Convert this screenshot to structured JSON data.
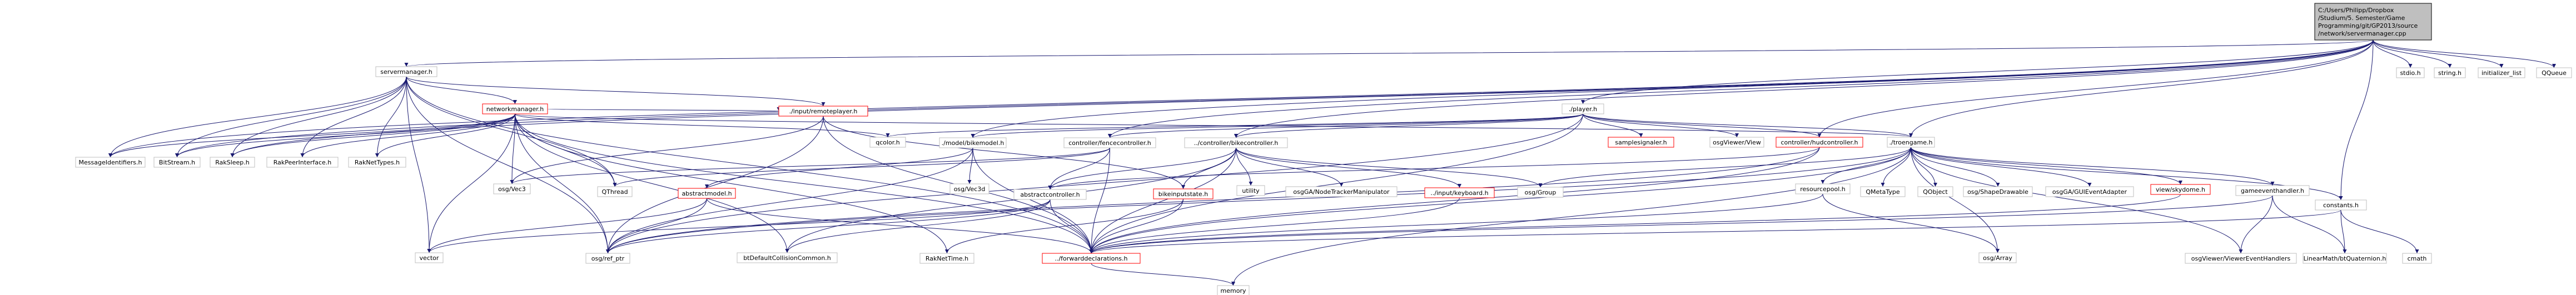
{
  "graph": {
    "colors": {
      "edge": "#191970",
      "missing_border": "#ff0000",
      "normal_border": "#bfbfbf",
      "root_fill": "#bfbfbf"
    },
    "nodes": [
      {
        "id": "root",
        "lines": [
          "C:/Users/Philipp/Dropbox",
          "/Studium/5. Semester/Game",
          "Programming/git/GP2013/source",
          "/network/servermanager.cpp"
        ],
        "root": true
      },
      {
        "id": "servermanager",
        "lines": [
          "servermanager.h"
        ]
      },
      {
        "id": "networkmanager",
        "lines": [
          "networkmanager.h"
        ],
        "red": true
      },
      {
        "id": "remoteplayer",
        "lines": [
          "./input/remoteplayer.h"
        ],
        "red": true
      },
      {
        "id": "player",
        "lines": [
          "./player.h"
        ]
      },
      {
        "id": "qcolor",
        "lines": [
          "qcolor.h"
        ]
      },
      {
        "id": "bikemodel",
        "lines": [
          "./model/bikemodel.h"
        ]
      },
      {
        "id": "fencecontroller",
        "lines": [
          "controller/fencecontroller.h"
        ]
      },
      {
        "id": "bikecontroller",
        "lines": [
          "../controller/bikecontroller.h"
        ]
      },
      {
        "id": "samplesignaler",
        "lines": [
          "samplesignaler.h"
        ],
        "red": true
      },
      {
        "id": "osgviewerview",
        "lines": [
          "osgViewer/View"
        ]
      },
      {
        "id": "hudcontroller",
        "lines": [
          "controller/hudcontroller.h"
        ],
        "red": true
      },
      {
        "id": "troengame",
        "lines": [
          "./troengame.h"
        ]
      },
      {
        "id": "stdio",
        "lines": [
          "stdio.h"
        ]
      },
      {
        "id": "string",
        "lines": [
          "string.h"
        ]
      },
      {
        "id": "initlist",
        "lines": [
          "initializer_list"
        ]
      },
      {
        "id": "qqueue",
        "lines": [
          "QQueue"
        ]
      },
      {
        "id": "messageidentifiers",
        "lines": [
          "MessageIdentifiers.h"
        ]
      },
      {
        "id": "bitstream",
        "lines": [
          "BitStream.h"
        ]
      },
      {
        "id": "raksleep",
        "lines": [
          "RakSleep.h"
        ]
      },
      {
        "id": "rakpeerinterface",
        "lines": [
          "RakPeerInterface.h"
        ]
      },
      {
        "id": "raknettypes",
        "lines": [
          "RakNetTypes.h"
        ]
      },
      {
        "id": "osgvec3",
        "lines": [
          "osg/Vec3"
        ]
      },
      {
        "id": "qthread",
        "lines": [
          "QThread"
        ]
      },
      {
        "id": "abstractmodel",
        "lines": [
          "abstractmodel.h"
        ],
        "red": true
      },
      {
        "id": "osgvec3d",
        "lines": [
          "osg/Vec3d"
        ]
      },
      {
        "id": "abstractcontroller",
        "lines": [
          "abstractcontroller.h"
        ]
      },
      {
        "id": "bikeinputstate",
        "lines": [
          "bikeinputstate.h"
        ],
        "red": true
      },
      {
        "id": "utility",
        "lines": [
          "utility"
        ]
      },
      {
        "id": "nodetracker",
        "lines": [
          "osgGA/NodeTrackerManipulator"
        ]
      },
      {
        "id": "keyboard",
        "lines": [
          "../input/keyboard.h"
        ],
        "red": true
      },
      {
        "id": "osggroup",
        "lines": [
          "osg/Group"
        ]
      },
      {
        "id": "resourcepool",
        "lines": [
          "resourcepool.h"
        ]
      },
      {
        "id": "qmetatype",
        "lines": [
          "QMetaType"
        ]
      },
      {
        "id": "qobject",
        "lines": [
          "QObject"
        ]
      },
      {
        "id": "shapedrawable",
        "lines": [
          "osg/ShapeDrawable"
        ]
      },
      {
        "id": "guieventadapter",
        "lines": [
          "osgGA/GUIEventAdapter"
        ]
      },
      {
        "id": "skydome",
        "lines": [
          "view/skydome.h"
        ],
        "red": true
      },
      {
        "id": "gameeventhandler",
        "lines": [
          "gameeventhandler.h"
        ]
      },
      {
        "id": "constants",
        "lines": [
          "constants.h"
        ]
      },
      {
        "id": "vector",
        "lines": [
          "vector"
        ]
      },
      {
        "id": "osgrefptr",
        "lines": [
          "osg/ref_ptr"
        ]
      },
      {
        "id": "btdefault",
        "lines": [
          "btDefaultCollisionCommon.h"
        ]
      },
      {
        "id": "raknettime",
        "lines": [
          "RakNetTime.h"
        ]
      },
      {
        "id": "forward",
        "lines": [
          "../forwarddeclarations.h"
        ],
        "red": true
      },
      {
        "id": "osgarray",
        "lines": [
          "osg/Array"
        ]
      },
      {
        "id": "eventhandlers",
        "lines": [
          "osgViewer/ViewerEventHandlers"
        ]
      },
      {
        "id": "linearmath",
        "lines": [
          "LinearMath/btQuaternion.h"
        ]
      },
      {
        "id": "cmath",
        "lines": [
          "cmath"
        ]
      },
      {
        "id": "memory",
        "lines": [
          "memory"
        ]
      }
    ],
    "edges": [
      [
        "root",
        "servermanager"
      ],
      [
        "root",
        "messageidentifiers"
      ],
      [
        "root",
        "bitstream"
      ],
      [
        "root",
        "raksleep"
      ],
      [
        "root",
        "player"
      ],
      [
        "root",
        "troengame"
      ],
      [
        "root",
        "constants"
      ],
      [
        "root",
        "stdio"
      ],
      [
        "root",
        "string"
      ],
      [
        "root",
        "initlist"
      ],
      [
        "root",
        "qqueue"
      ],
      [
        "root",
        "bikemodel"
      ],
      [
        "root",
        "fencecontroller"
      ],
      [
        "root",
        "bikecontroller"
      ],
      [
        "root",
        "hudcontroller"
      ],
      [
        "servermanager",
        "networkmanager"
      ],
      [
        "servermanager",
        "messageidentifiers"
      ],
      [
        "servermanager",
        "bitstream"
      ],
      [
        "servermanager",
        "raksleep"
      ],
      [
        "servermanager",
        "rakpeerinterface"
      ],
      [
        "servermanager",
        "raknettypes"
      ],
      [
        "servermanager",
        "remoteplayer"
      ],
      [
        "servermanager",
        "qthread"
      ],
      [
        "servermanager",
        "vector"
      ],
      [
        "servermanager",
        "osgrefptr"
      ],
      [
        "servermanager",
        "forward"
      ],
      [
        "networkmanager",
        "messageidentifiers"
      ],
      [
        "networkmanager",
        "bitstream"
      ],
      [
        "networkmanager",
        "raksleep"
      ],
      [
        "networkmanager",
        "rakpeerinterface"
      ],
      [
        "networkmanager",
        "raknettypes"
      ],
      [
        "networkmanager",
        "remoteplayer"
      ],
      [
        "networkmanager",
        "qcolor"
      ],
      [
        "networkmanager",
        "osgvec3"
      ],
      [
        "networkmanager",
        "qthread"
      ],
      [
        "networkmanager",
        "vector"
      ],
      [
        "networkmanager",
        "osgrefptr"
      ],
      [
        "networkmanager",
        "btdefault"
      ],
      [
        "networkmanager",
        "raknettime"
      ],
      [
        "networkmanager",
        "forward"
      ],
      [
        "networkmanager",
        "troengame"
      ],
      [
        "remoteplayer",
        "forward"
      ],
      [
        "remoteplayer",
        "osgrefptr"
      ],
      [
        "remoteplayer",
        "osgvec3"
      ],
      [
        "remoteplayer",
        "bikeinputstate"
      ],
      [
        "player",
        "qcolor"
      ],
      [
        "player",
        "samplesignaler"
      ],
      [
        "player",
        "osgviewerview"
      ],
      [
        "player",
        "hudcontroller"
      ],
      [
        "player",
        "troengame"
      ],
      [
        "player",
        "bikemodel"
      ],
      [
        "player",
        "fencecontroller"
      ],
      [
        "player",
        "bikecontroller"
      ],
      [
        "player",
        "forward"
      ],
      [
        "player",
        "osgrefptr"
      ],
      [
        "bikemodel",
        "abstractmodel"
      ],
      [
        "bikemodel",
        "osgvec3d"
      ],
      [
        "bikemodel",
        "osgrefptr"
      ],
      [
        "bikemodel",
        "forward"
      ],
      [
        "fencecontroller",
        "abstractcontroller"
      ],
      [
        "fencecontroller",
        "osgvec3"
      ],
      [
        "fencecontroller",
        "qthread"
      ],
      [
        "fencecontroller",
        "forward"
      ],
      [
        "bikecontroller",
        "abstractcontroller"
      ],
      [
        "bikecontroller",
        "bikeinputstate"
      ],
      [
        "bikecontroller",
        "utility"
      ],
      [
        "bikecontroller",
        "nodetracker"
      ],
      [
        "bikecontroller",
        "keyboard"
      ],
      [
        "bikecontroller",
        "osggroup"
      ],
      [
        "bikecontroller",
        "forward"
      ],
      [
        "bikecontroller",
        "btdefault"
      ],
      [
        "hudcontroller",
        "abstractcontroller"
      ],
      [
        "hudcontroller",
        "forward"
      ],
      [
        "hudcontroller",
        "osgrefptr"
      ],
      [
        "troengame",
        "resourcepool"
      ],
      [
        "troengame",
        "qmetatype"
      ],
      [
        "troengame",
        "qobject"
      ],
      [
        "troengame",
        "shapedrawable"
      ],
      [
        "troengame",
        "guieventadapter"
      ],
      [
        "troengame",
        "skydome"
      ],
      [
        "troengame",
        "gameeventhandler"
      ],
      [
        "troengame",
        "constants"
      ],
      [
        "troengame",
        "osggroup"
      ],
      [
        "troengame",
        "forward"
      ],
      [
        "troengame",
        "osgarray"
      ],
      [
        "troengame",
        "memory"
      ],
      [
        "troengame",
        "eventhandlers"
      ],
      [
        "troengame",
        "osgrefptr"
      ],
      [
        "abstractmodel",
        "vector"
      ],
      [
        "abstractmodel",
        "osgrefptr"
      ],
      [
        "abstractmodel",
        "forward"
      ],
      [
        "abstractcontroller",
        "osgrefptr"
      ],
      [
        "abstractcontroller",
        "vector"
      ],
      [
        "abstractcontroller",
        "btdefault"
      ],
      [
        "abstractcontroller",
        "forward"
      ],
      [
        "bikeinputstate",
        "forward"
      ],
      [
        "bikeinputstate",
        "raknettime"
      ],
      [
        "keyboard",
        "forward"
      ],
      [
        "resourcepool",
        "forward"
      ],
      [
        "resourcepool",
        "osgarray"
      ],
      [
        "gameeventhandler",
        "forward"
      ],
      [
        "gameeventhandler",
        "eventhandlers"
      ],
      [
        "gameeventhandler",
        "linearmath"
      ],
      [
        "constants",
        "linearmath"
      ],
      [
        "constants",
        "cmath"
      ],
      [
        "constants",
        "forward"
      ],
      [
        "skydome",
        "forward"
      ],
      [
        "forward",
        "memory"
      ]
    ]
  }
}
